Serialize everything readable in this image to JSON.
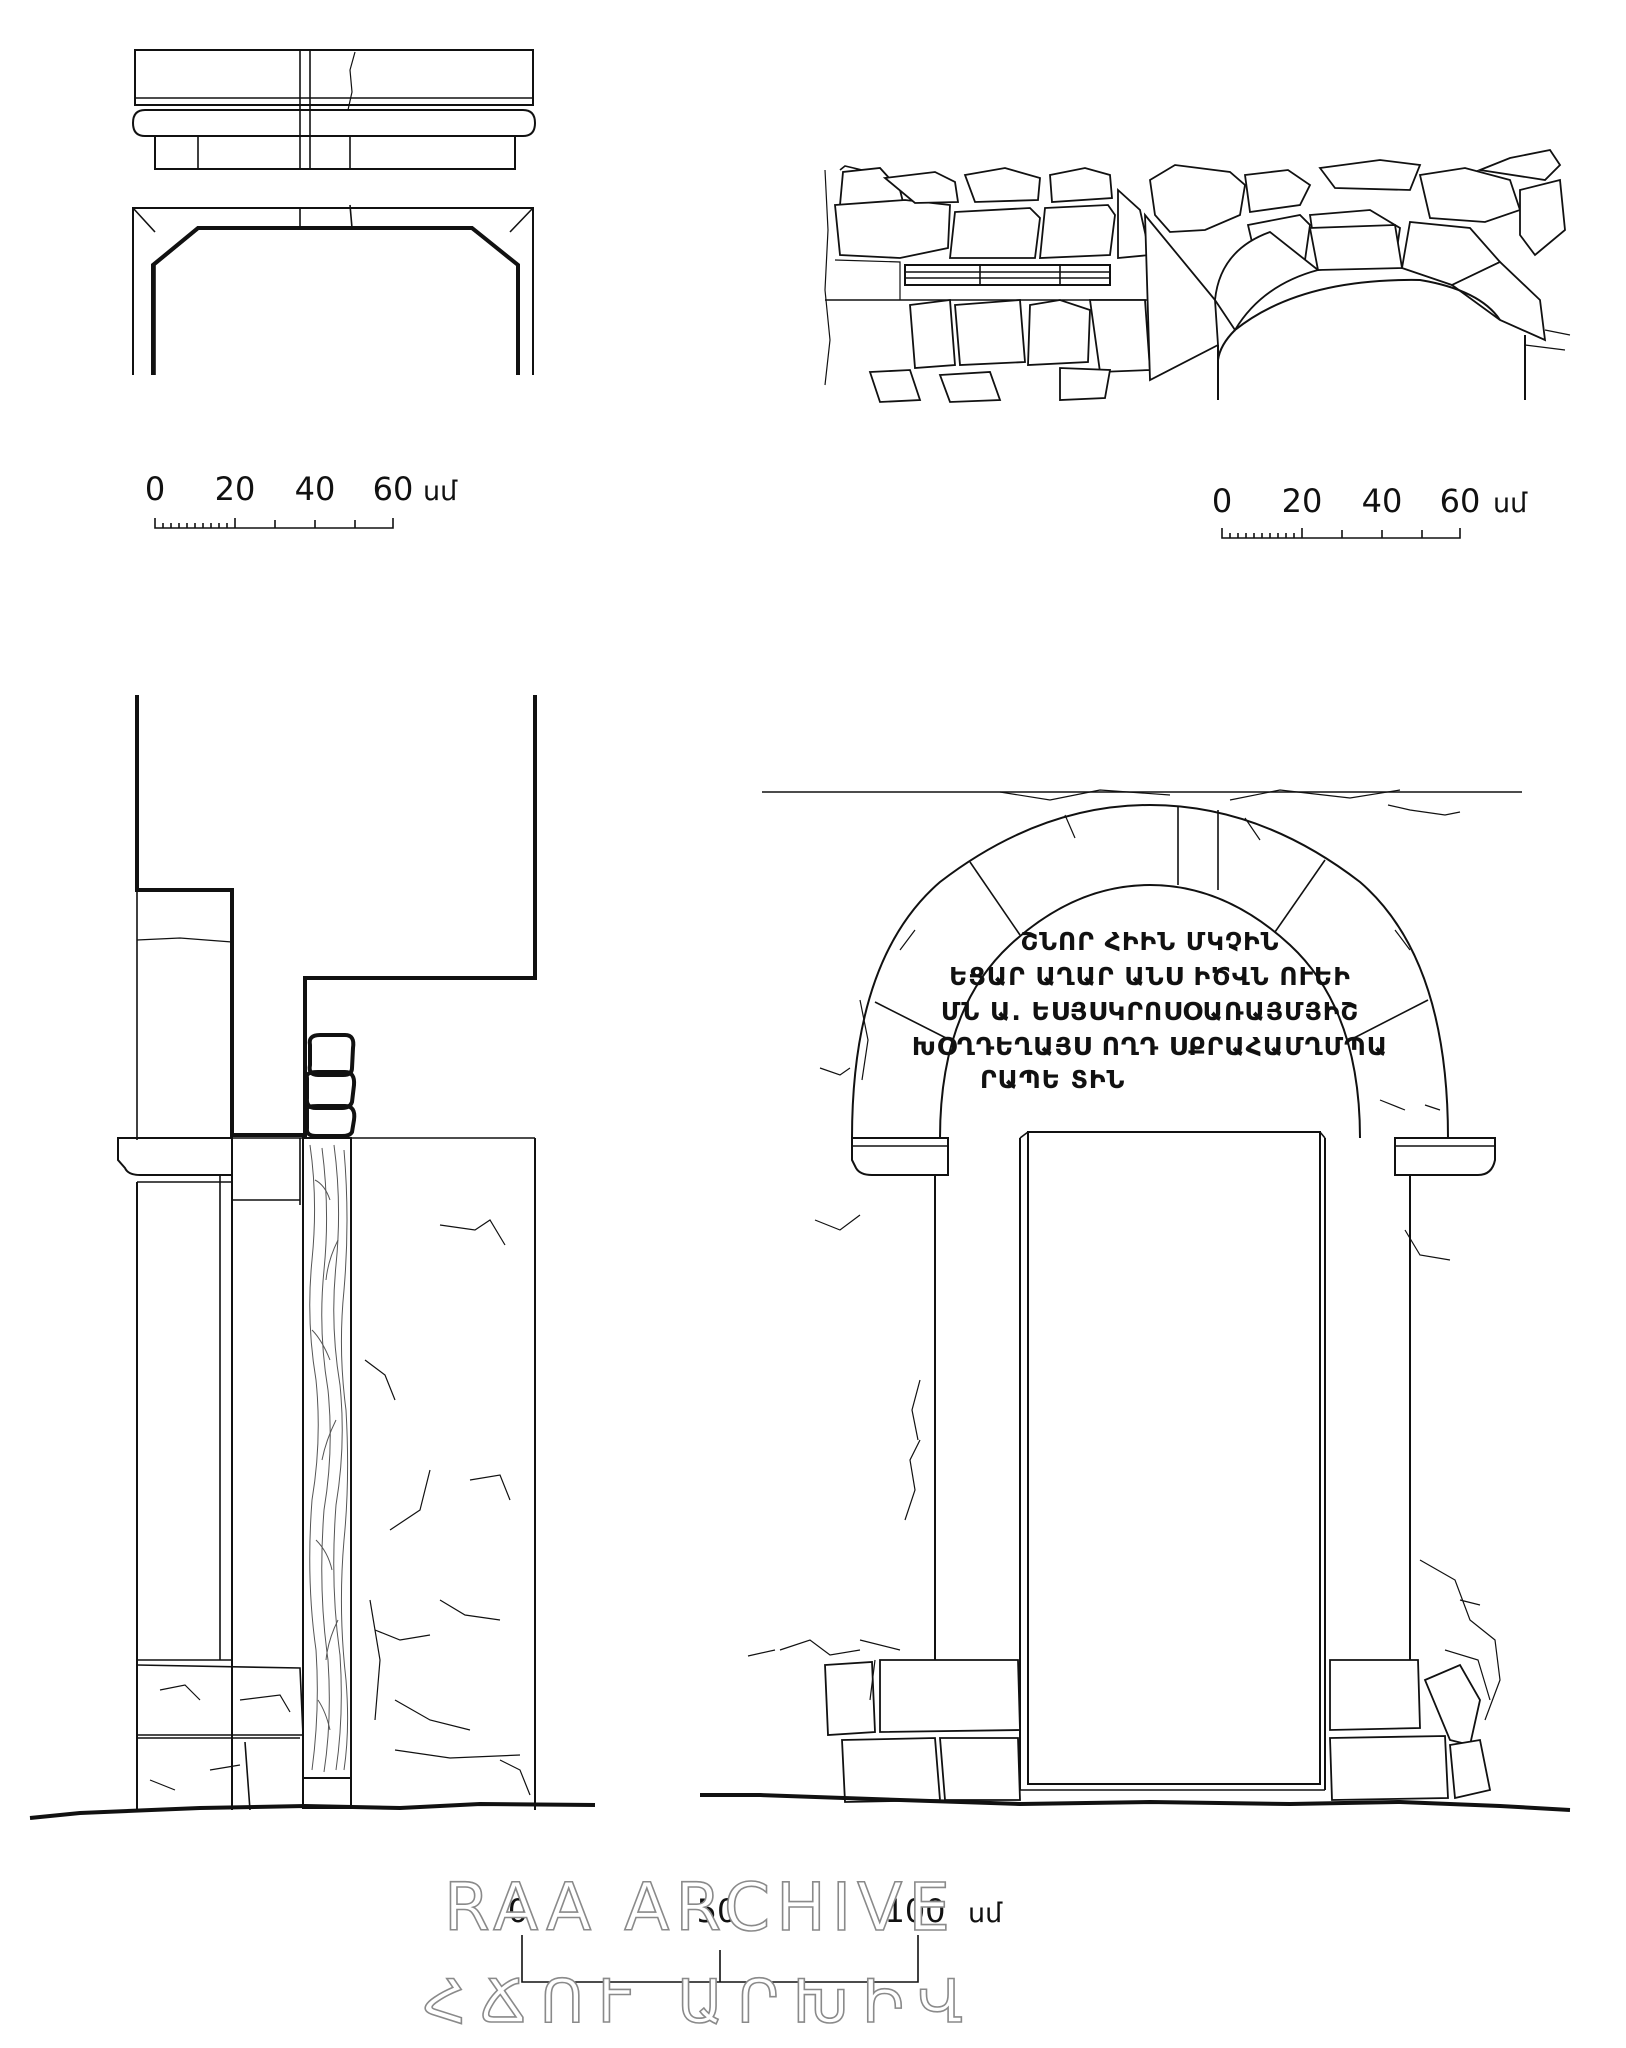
{
  "scale_bars": {
    "top_left": {
      "ticks": [
        "0",
        "20",
        "40",
        "60"
      ],
      "unit": "սմ"
    },
    "top_right": {
      "ticks": [
        "0",
        "20",
        "40",
        "60"
      ],
      "unit": "սմ"
    },
    "bottom": {
      "ticks": [
        "0",
        "50",
        "100"
      ],
      "unit": "սմ"
    }
  },
  "inscription": {
    "lines": [
      "ՇՆՈՐ ՀԻԻՆ ՄԿՉԻՆ",
      "ԵՑԱՐ ԱՂԱՐ ԱՆՍ ԻԾՎՆ ՈՒԵԻ",
      "ՄՆ Ա. ԵՍՅՍԿՐՈՍՕԱՌԱՅՄՅԻՇ",
      "ԽՕՂԴԵՂԱՅՍ ՈՂԴ ՍՔՐԱՀԱՄՂՄՊԱ",
      "ՐԱՊԵ ՏԻՆ"
    ]
  },
  "watermark": {
    "line1": "RAA ARCHIVE",
    "line2": "ՀՃՈՒ ԱՐԽԻՎ"
  }
}
